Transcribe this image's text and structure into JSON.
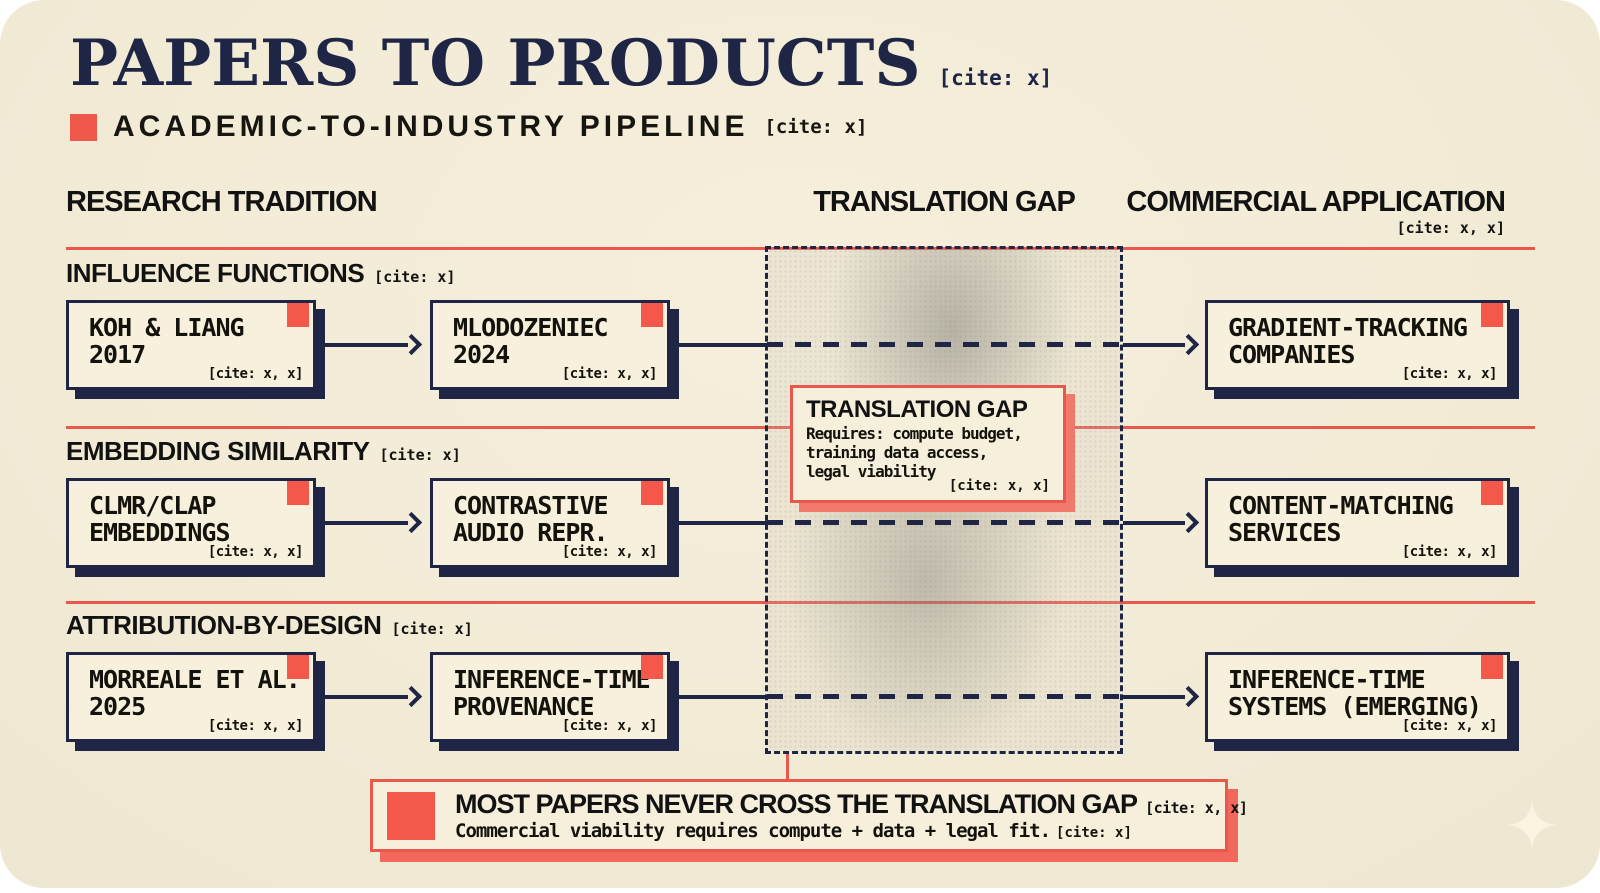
{
  "colors": {
    "navy": "#1e2545",
    "salmon": "#ef584a",
    "cream": "#f2ecd8",
    "ink": "#17150f"
  },
  "header": {
    "title": "PAPERS TO PRODUCTS",
    "title_cite": "[cite: x]",
    "subtitle": "ACADEMIC-TO-INDUSTRY PIPELINE",
    "subtitle_cite": "[cite: x]"
  },
  "columns": {
    "left": "RESEARCH TRADITION",
    "middle": "TRANSLATION GAP",
    "right": "COMMERCIAL APPLICATION",
    "right_cite": "[cite: x, x]"
  },
  "rows": [
    {
      "section": "INFLUENCE FUNCTIONS",
      "section_cite": "[cite: x]",
      "source": {
        "line1": "KOH & LIANG",
        "line2": "2017",
        "cite": "[cite: x, x]"
      },
      "bridge": {
        "line1": "MLODOZENIEC",
        "line2": "2024",
        "cite": "[cite: x, x]"
      },
      "commercial": {
        "line1": "GRADIENT-TRACKING",
        "line2": "COMPANIES",
        "cite": "[cite: x, x]"
      }
    },
    {
      "section": "EMBEDDING SIMILARITY",
      "section_cite": "[cite: x]",
      "source": {
        "line1": "CLMR/CLAP",
        "line2": "EMBEDDINGS",
        "cite": "[cite: x, x]"
      },
      "bridge": {
        "line1": "CONTRASTIVE",
        "line2": "AUDIO REPR.",
        "cite": "[cite: x, x]"
      },
      "commercial": {
        "line1": "CONTENT-MATCHING",
        "line2": "SERVICES",
        "cite": "[cite: x, x]"
      }
    },
    {
      "section": "ATTRIBUTION-BY-DESIGN",
      "section_cite": "[cite: x]",
      "source": {
        "line1": "MORREALE ET AL.",
        "line2": "2025",
        "cite": "[cite: x, x]"
      },
      "bridge": {
        "line1": "INFERENCE-TIME",
        "line2": "PROVENANCE",
        "cite": "[cite: x, x]"
      },
      "commercial": {
        "line1": "INFERENCE-TIME",
        "line2": "SYSTEMS (EMERGING)",
        "cite": "[cite: x, x]"
      }
    }
  ],
  "gap_callout": {
    "title": "TRANSLATION GAP",
    "line1": "Requires: compute budget,",
    "line2": "training data access,",
    "line3": "legal viability",
    "cite": "[cite: x, x]"
  },
  "banner": {
    "title": "MOST PAPERS NEVER CROSS THE TRANSLATION GAP",
    "title_cite": "[cite: x, x]",
    "subtitle": "Commercial viability requires compute + data + legal fit.",
    "subtitle_cite": "[cite: x]"
  },
  "icons": {
    "sparkle": "four-point-star"
  }
}
